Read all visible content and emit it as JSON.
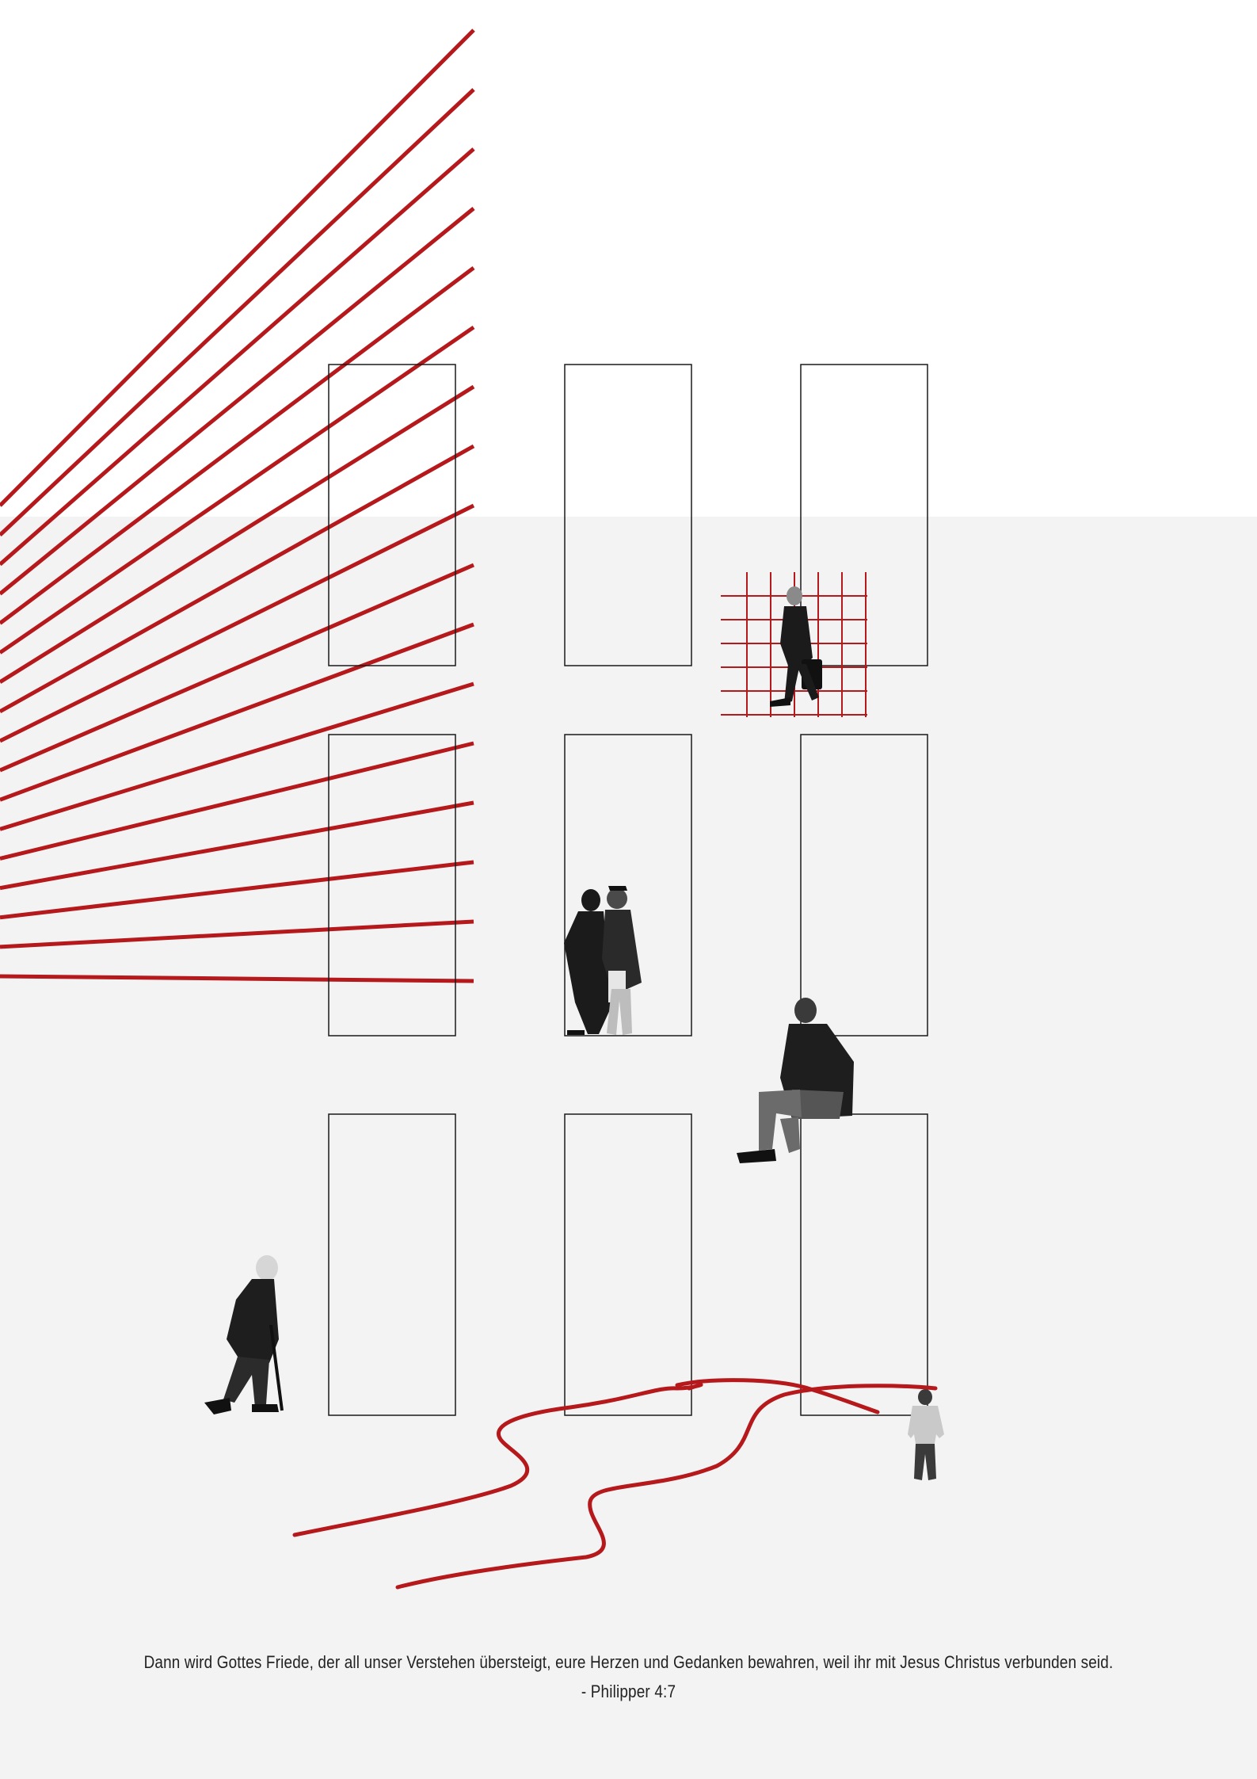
{
  "colors": {
    "upper_background": "#ffffff",
    "lower_background": "#f3f3f3",
    "accent_red": "#b5191c",
    "window_stroke": "#1a1a1a",
    "figure_dark": "#1b1b1b",
    "figure_mid": "#6b6b6b",
    "text": "#222222"
  },
  "artwork": {
    "windows": {
      "rows": 3,
      "columns": 3
    },
    "ray_lines_count": 17,
    "red_grid": {
      "horizontal_lines": 6,
      "vertical_lines": 6
    },
    "figures": [
      {
        "name": "man-with-briefcase-figure"
      },
      {
        "name": "couple-talking-figure"
      },
      {
        "name": "sitting-man-figure"
      },
      {
        "name": "old-man-with-cane-figure"
      },
      {
        "name": "standing-man-figure"
      }
    ]
  },
  "quote": {
    "text": "Dann wird Gottes Friede, der all unser Verstehen übersteigt, eure Herzen und Gedanken bewahren, weil ihr mit Jesus Christus verbunden seid.",
    "source": "- Philipper 4:7"
  }
}
